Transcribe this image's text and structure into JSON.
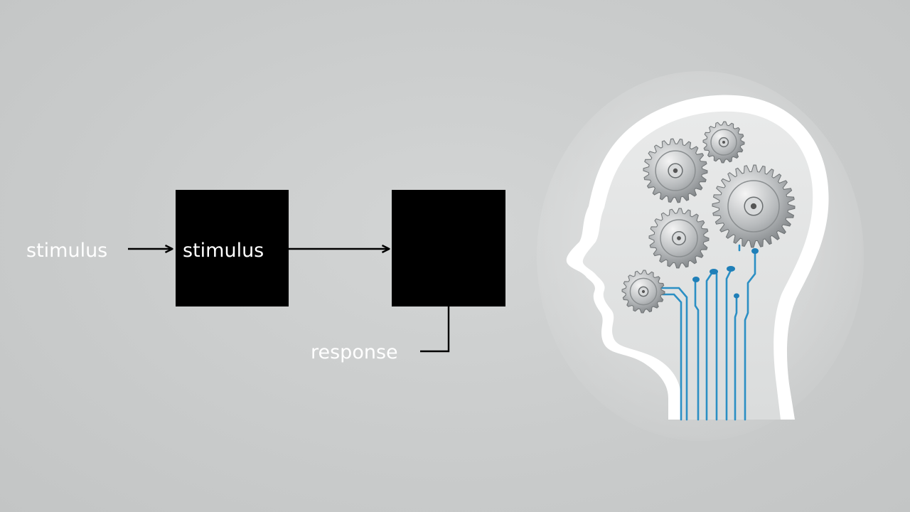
{
  "diagram": {
    "input_label": "stimulus",
    "box_label": "stimulus",
    "output_label": "response"
  },
  "illustration": {
    "subject": "head-with-gears-and-circuits"
  },
  "colors": {
    "background": "#cbcdcd",
    "box_fill": "#000000",
    "arrow": "#000000",
    "label_light": "#ffffff",
    "circuit_blue": "#2b8fc4"
  }
}
